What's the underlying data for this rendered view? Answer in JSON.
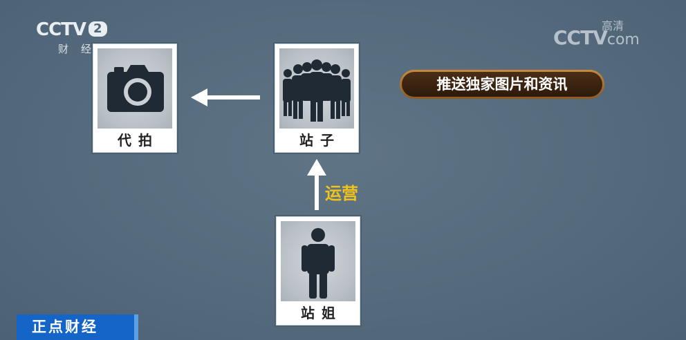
{
  "channel_logo": {
    "brand": "CCTV",
    "number": "2",
    "subtitle": "财经"
  },
  "watermark": {
    "brand": "CCTV",
    "suffix": "com",
    "tag": "高清"
  },
  "headline": "推送独家图片和资讯",
  "nodes": {
    "photographer": {
      "label": "代拍",
      "icon": "camera-icon"
    },
    "station": {
      "label": "站子",
      "icon": "crowd-icon"
    },
    "station_owner": {
      "label": "站姐",
      "icon": "person-icon"
    }
  },
  "edge_label": "运营",
  "program": "正点财经",
  "colors": {
    "accent_yellow": "#f2c318",
    "ticker_blue": "#1565c8",
    "badge_gold": "#c98a3c"
  }
}
